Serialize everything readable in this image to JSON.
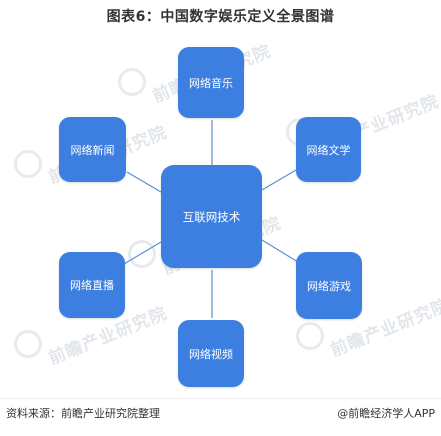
{
  "title": "图表6：中国数字娱乐定义全景图谱",
  "center_node": "互联网技术",
  "nodes": [
    {
      "label": "网络音乐"
    },
    {
      "label": "网络文学"
    },
    {
      "label": "网络游戏"
    },
    {
      "label": "网络视频"
    },
    {
      "label": "网络直播"
    },
    {
      "label": "网络新闻"
    }
  ],
  "watermark_text": "前瞻产业研究院",
  "footer": {
    "source": "资料来源：前瞻产业研究院整理",
    "brand": "@前瞻经济学人APP"
  },
  "colors": {
    "node_fill": "#3d7fe0",
    "connector": "#5a8fd8",
    "node_text": "#ffffff"
  }
}
